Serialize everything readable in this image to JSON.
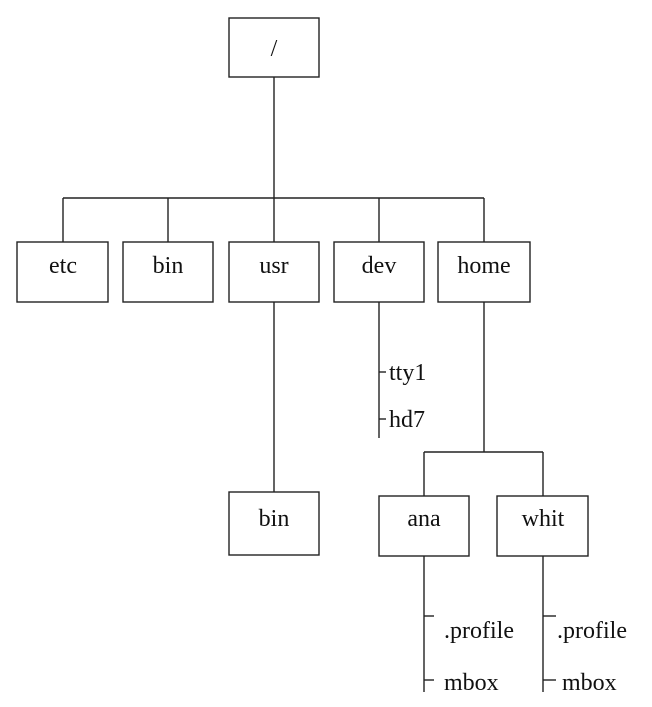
{
  "tree": {
    "root": {
      "label": "/"
    },
    "level1": [
      {
        "label": "etc"
      },
      {
        "label": "bin"
      },
      {
        "label": "usr"
      },
      {
        "label": "dev"
      },
      {
        "label": "home"
      }
    ],
    "usr_children": [
      {
        "label": "bin"
      }
    ],
    "dev_files": [
      {
        "label": "tty1"
      },
      {
        "label": "hd7"
      }
    ],
    "home_children": [
      {
        "label": "ana"
      },
      {
        "label": "whit"
      }
    ],
    "ana_files": [
      {
        "label": ".profile"
      },
      {
        "label": "mbox"
      }
    ],
    "whit_files": [
      {
        "label": ".profile"
      },
      {
        "label": "mbox"
      }
    ]
  },
  "colors": {
    "stroke": "#222222",
    "text": "#111111",
    "background": "#ffffff"
  }
}
